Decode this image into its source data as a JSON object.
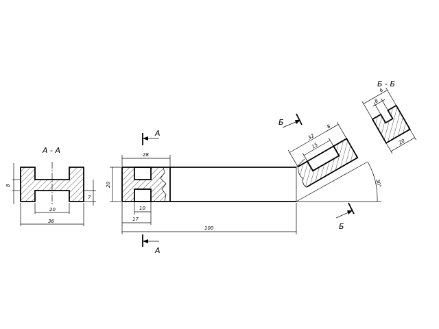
{
  "section_a": {
    "title": "А - А",
    "dims": {
      "width": "36",
      "inner_width": "20",
      "left_height": "8",
      "right_height": "7"
    }
  },
  "front_view": {
    "dims": {
      "top_width": "28",
      "height": "20",
      "inner_width": "10",
      "offset": "17",
      "length": "100"
    }
  },
  "cut_marks": {
    "a_top": "А",
    "a_bottom": "А",
    "b_top": "Б",
    "b_bottom": "Б"
  },
  "angled_part": {
    "dims": {
      "outer": "32",
      "slot": "15",
      "wall": "8",
      "angle": "30°"
    }
  },
  "section_b": {
    "title": "Б - Б",
    "dims": {
      "slot_width": "8",
      "side": "6",
      "base": "20"
    }
  }
}
